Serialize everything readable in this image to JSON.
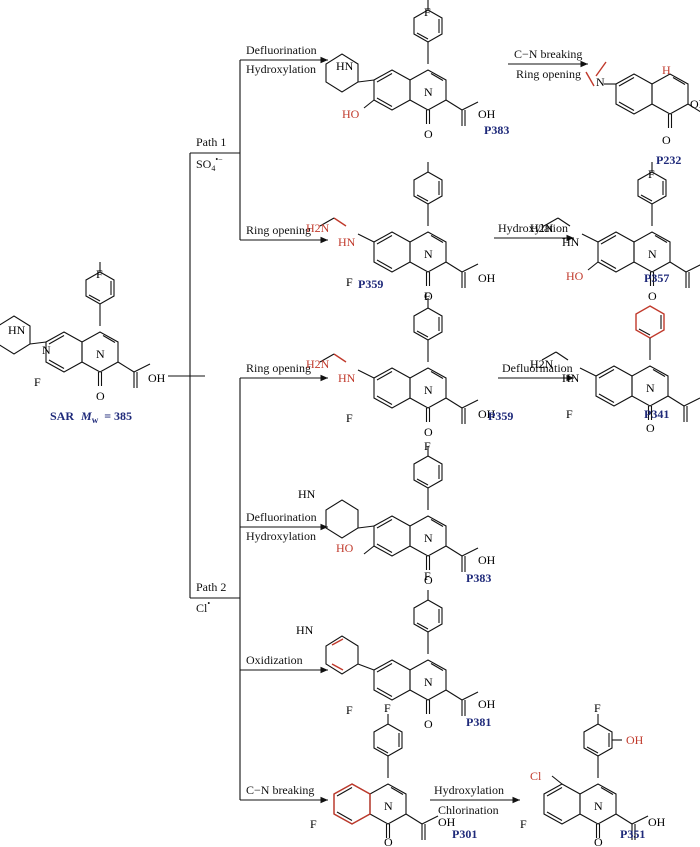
{
  "parent": {
    "name": "SAR",
    "mw_symbol": "M",
    "mw_sub": "w",
    "mw_value": "= 385"
  },
  "paths": [
    {
      "label": "Path 1",
      "reagent": "SO",
      "reagent_sub": "4",
      "reagent_sup": "•−"
    },
    {
      "label": "Path 2",
      "reagent": "Cl",
      "reagent_sup": "•"
    }
  ],
  "arrows": {
    "defluor_hydrox": [
      "Defluorination",
      "Hydroxylation"
    ],
    "ring_opening": "Ring opening",
    "cn_breaking_ring_opening": [
      "C−N breaking",
      "Ring opening"
    ],
    "hydroxylation": "Hydroxylation",
    "defluorination": "Defluorination",
    "oxidization": "Oxidization",
    "cn_breaking": "C−N breaking",
    "hydrox_chlor": [
      "Hydroxylation",
      "Chlorination"
    ]
  },
  "products": {
    "p383a": "P383",
    "p232": "P232",
    "p359a": "P359",
    "p357": "P357",
    "p359b": "P359",
    "p341": "P341",
    "p383b": "P383",
    "p381": "P381",
    "p301": "P301",
    "p351": "P351"
  },
  "atoms": {
    "F": "F",
    "N": "N",
    "HN": "HN",
    "NH": "NH",
    "O": "O",
    "OH": "OH",
    "COOH": "OH",
    "H2N": "H2N",
    "HO": "HO",
    "H": "H",
    "Cl": "Cl"
  },
  "colors": {
    "highlight": "#c0392b",
    "product_code": "#1f2a7a",
    "text": "#111111"
  }
}
